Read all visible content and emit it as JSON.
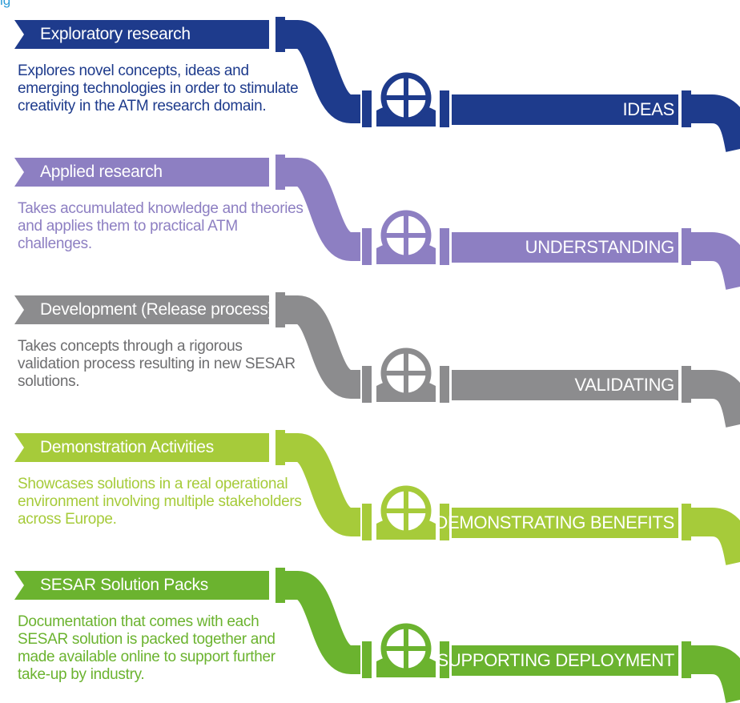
{
  "caption": "ig",
  "stages": [
    {
      "label": "Exploratory research",
      "description": "Explores novel concepts, ideas and emerging technologies in order to stimulate creativity in the ATM research domain.",
      "outcome": "IDEAS",
      "color": "#1e3b8c",
      "text_color": "#1e3b8c"
    },
    {
      "label": "Applied research",
      "description": "Takes accumulated knowledge and theories and applies them to practical ATM challenges.",
      "outcome": "UNDERSTANDING",
      "color": "#8d7fc2",
      "text_color": "#8d7fc2"
    },
    {
      "label": "Development (Release process)",
      "description": "Takes concepts through a rigorous validation process resulting in new SESAR solutions.",
      "outcome": "VALIDATING",
      "color": "#8c8c8e",
      "text_color": "#6d6d6f"
    },
    {
      "label": "Demonstration Activities",
      "description": "Showcases solutions in a real operational environment involving multiple stakeholders across Europe.",
      "outcome": "DEMONSTRATING BENEFITS",
      "color": "#a6cb3a",
      "text_color": "#a6cb3a"
    },
    {
      "label": "SESAR Solution Packs",
      "description": "Documentation that comes with each SESAR solution is packed together and made available online to support further take-up by industry.",
      "outcome": "SUPPORTING DEPLOYMENT",
      "color": "#6bb32f",
      "text_color": "#6bb32f"
    }
  ]
}
